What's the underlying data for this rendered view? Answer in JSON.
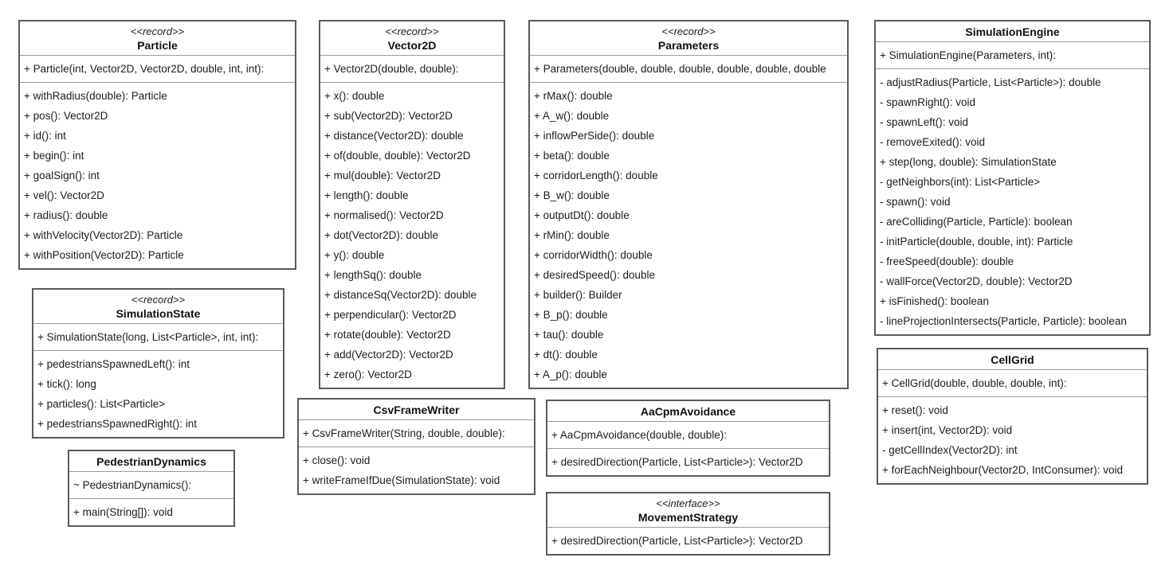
{
  "colors": {
    "box_border": "#5b5b5b",
    "compartment_separator": "#999999",
    "box_background": "#ffffff",
    "text": "#1c1c1c"
  },
  "diagram": {
    "classes": [
      {
        "stereotype": "<<record>>",
        "name": "Particle",
        "constructors": [
          "+ Particle(int, Vector2D, Vector2D, double, int, int):"
        ],
        "methods": [
          "+ withRadius(double): Particle",
          "+ pos(): Vector2D",
          "+ id(): int",
          "+ begin(): int",
          "+ goalSign(): int",
          "+ vel(): Vector2D",
          "+ radius(): double",
          "+ withVelocity(Vector2D): Particle",
          "+ withPosition(Vector2D): Particle"
        ]
      },
      {
        "stereotype": "<<record>>",
        "name": "SimulationState",
        "constructors": [
          "+ SimulationState(long, List<Particle>, int, int):"
        ],
        "methods": [
          "+ pedestriansSpawnedLeft(): int",
          "+ tick(): long",
          "+ particles(): List<Particle>",
          "+ pedestriansSpawnedRight(): int"
        ]
      },
      {
        "name": "PedestrianDynamics",
        "constructors": [
          "~ PedestrianDynamics():"
        ],
        "methods": [
          "+ main(String[]): void"
        ]
      },
      {
        "stereotype": "<<record>>",
        "name": "Vector2D",
        "constructors": [
          "+ Vector2D(double, double):"
        ],
        "methods": [
          "+ x(): double",
          "+ sub(Vector2D): Vector2D",
          "+ distance(Vector2D): double",
          "+ of(double, double): Vector2D",
          "+ mul(double): Vector2D",
          "+ length(): double",
          "+ normalised(): Vector2D",
          "+ dot(Vector2D): double",
          "+ y(): double",
          "+ lengthSq(): double",
          "+ distanceSq(Vector2D): double",
          "+ perpendicular(): Vector2D",
          "+ rotate(double): Vector2D",
          "+ add(Vector2D): Vector2D",
          "+ zero(): Vector2D"
        ]
      },
      {
        "name": "CsvFrameWriter",
        "constructors": [
          "+ CsvFrameWriter(String, double, double):"
        ],
        "methods": [
          "+ close(): void",
          "+ writeFrameIfDue(SimulationState): void"
        ]
      },
      {
        "stereotype": "<<record>>",
        "name": "Parameters",
        "constructors": [
          "+ Parameters(double, double, double, double, double, double"
        ],
        "methods": [
          "+ rMax(): double",
          "+ A_w(): double",
          "+ inflowPerSide(): double",
          "+ beta(): double",
          "+ corridorLength(): double",
          "+ B_w(): double",
          "+ outputDt(): double",
          "+ rMin(): double",
          "+ corridorWidth(): double",
          "+ desiredSpeed(): double",
          "+ builder(): Builder",
          "+ B_p(): double",
          "+ tau(): double",
          "+ dt(): double",
          "+ A_p(): double"
        ]
      },
      {
        "name": "AaCpmAvoidance",
        "constructors": [
          "+ AaCpmAvoidance(double, double):"
        ],
        "methods": [
          "+ desiredDirection(Particle, List<Particle>): Vector2D"
        ]
      },
      {
        "stereotype": "<<interface>>",
        "name": "MovementStrategy",
        "constructors": [],
        "methods": [
          "+ desiredDirection(Particle, List<Particle>): Vector2D"
        ]
      },
      {
        "name": "SimulationEngine",
        "constructors": [
          "+ SimulationEngine(Parameters, int):"
        ],
        "methods": [
          "- adjustRadius(Particle, List<Particle>): double",
          "- spawnRight(): void",
          "- spawnLeft(): void",
          "- removeExited(): void",
          "+ step(long, double): SimulationState",
          "- getNeighbors(int): List<Particle>",
          "- spawn(): void",
          "- areColliding(Particle, Particle): boolean",
          "- initParticle(double, double, int): Particle",
          "- freeSpeed(double): double",
          "- wallForce(Vector2D, double): Vector2D",
          "+ isFinished(): boolean",
          "- lineProjectionIntersects(Particle, Particle): boolean"
        ]
      },
      {
        "name": "CellGrid",
        "constructors": [
          "+ CellGrid(double, double, double, int):"
        ],
        "methods": [
          "+ reset(): void",
          "+ insert(int, Vector2D): void",
          "- getCellIndex(Vector2D): int",
          "+ forEachNeighbour(Vector2D, IntConsumer): void"
        ]
      }
    ]
  }
}
